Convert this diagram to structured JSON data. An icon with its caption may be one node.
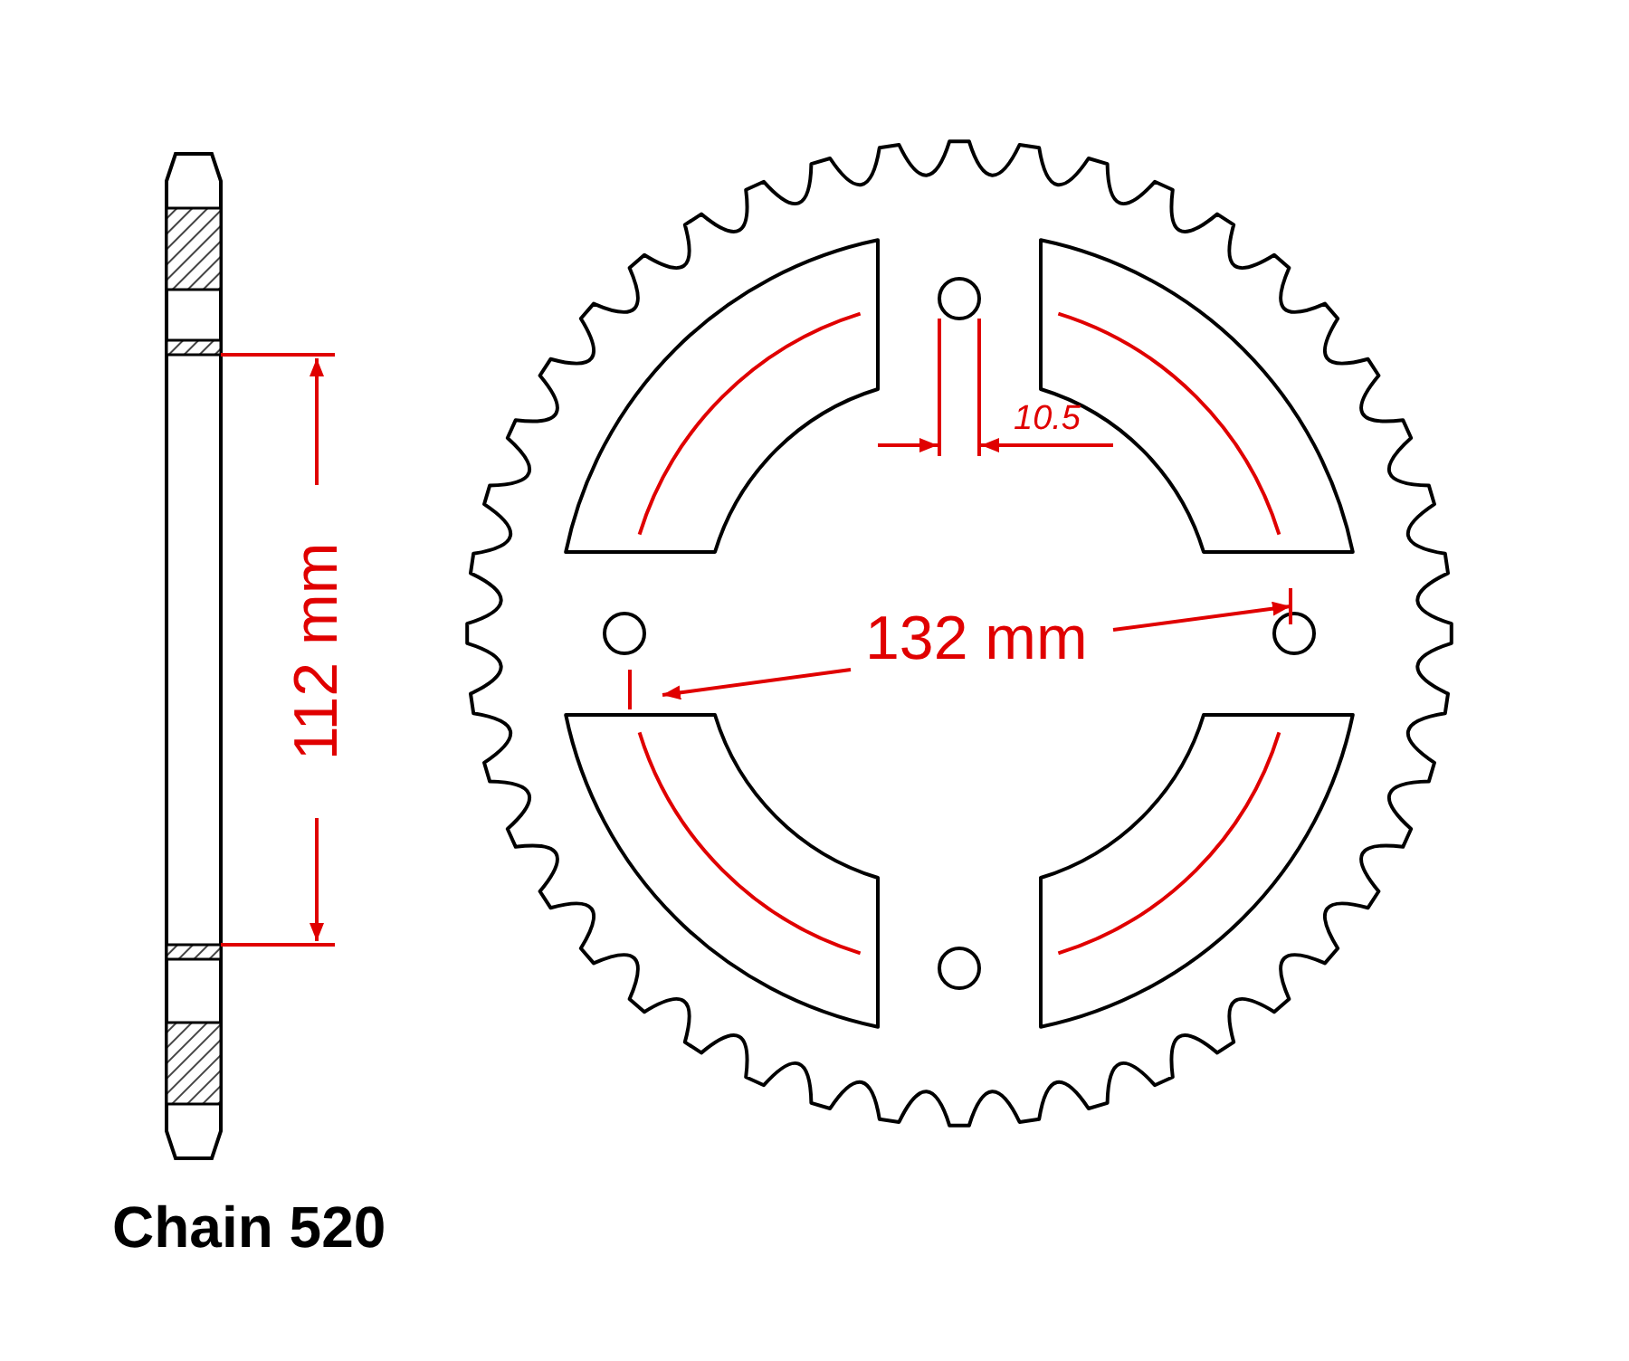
{
  "diagram": {
    "labels": [
      "10.5",
      "132 mm",
      "112 mm",
      "Chain 520"
    ]
  }
}
